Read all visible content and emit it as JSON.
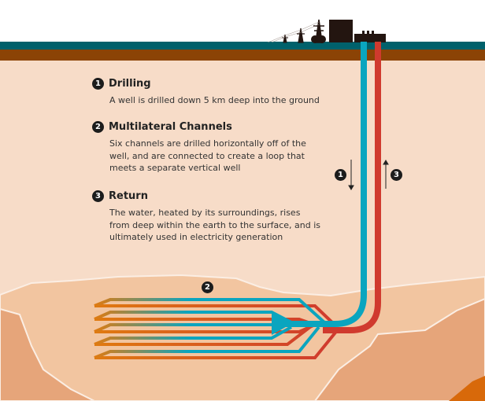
{
  "steps": [
    {
      "number": "1",
      "title": "Drilling",
      "text": "A well is drilled down 5 km deep into the ground"
    },
    {
      "number": "2",
      "title": "Multilateral Channels",
      "text": "Six channels are drilled horizontally off of the well, and are connected to create a loop that meets a separate vertical well"
    },
    {
      "number": "3",
      "title": "Return",
      "text": "The water, heated by its surroundings, rises from deep within the earth to the surface, and is ultimately used in electricity generation"
    }
  ],
  "colors": {
    "cold_water": "#0aa5bf",
    "hot_water": "#d03a2e",
    "channel_orange": "#e07a10"
  }
}
